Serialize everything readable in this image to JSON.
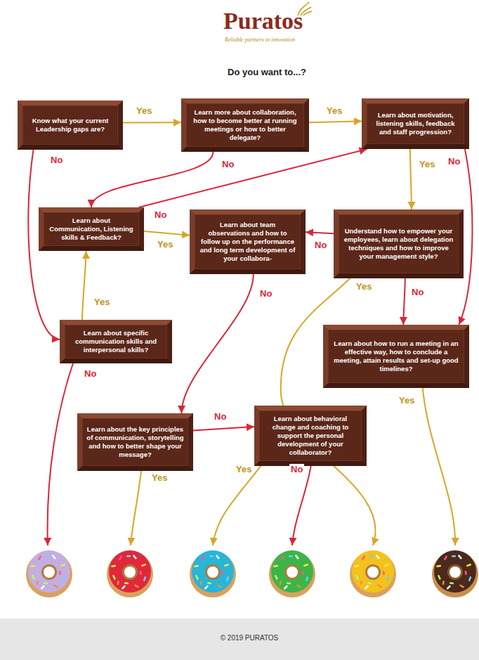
{
  "diagram": {
    "title": "Do you want to...?",
    "nodes": [
      {
        "text": [
          "Know what your current Leadership gaps are?"
        ]
      },
      {
        "text": [
          "Learn more about collaboration, how to become better at running meetings or how to better delegate?"
        ]
      },
      {
        "text": [
          "Learn about motivation, listening skills, feedback and staff progression?"
        ]
      },
      {
        "text": [
          "Learn about Communication, Listening skills & Feedback?"
        ]
      },
      {
        "text": [
          "Learn about team observations and how to follow up on the performance and long term development of your collabora-"
        ]
      },
      {
        "text": [
          "Understand how to empower your employees, learn about delegation techniques and how to improve your management style?"
        ]
      },
      {
        "text": [
          "Learn about specific communication skills and interpersonal skills?"
        ]
      },
      {
        "text": [
          "Learn about how to run a meeting in an effective way, how to conclude a meeting, attain results and set-up good timelines?"
        ]
      },
      {
        "text": [
          "Learn about the key principles of communication, storytelling and how to better shape your message?"
        ]
      },
      {
        "text": [
          "Learn about behavioral change and coaching to support the personal development of your collaborator?"
        ]
      }
    ],
    "edges": [
      {
        "from": 0,
        "to": 1,
        "arrow": "to",
        "label": "Yes"
      },
      {
        "from": 1,
        "to": 2,
        "arrow": "to",
        "label": "Yes"
      },
      {
        "from": 0,
        "to": 6,
        "arrow": "to",
        "label": "No"
      },
      {
        "from": 1,
        "to": 3,
        "arrow": "to",
        "label": "No"
      },
      {
        "from": 3,
        "to": 2,
        "arrow": "to",
        "label": "No"
      },
      {
        "from": 3,
        "to": 4,
        "arrow": "to",
        "label": "Yes"
      },
      {
        "from": 6,
        "to": 3,
        "arrow": "to",
        "label": "Yes"
      },
      {
        "from": 2,
        "to": 5,
        "arrow": "to",
        "label": "Yes"
      },
      {
        "from": 2,
        "to": 7,
        "arrow": "to",
        "label": "No"
      },
      {
        "from": 5,
        "to": 4,
        "arrow": "to",
        "label": "No"
      },
      {
        "from": 5,
        "to": 7,
        "arrow": "to",
        "label": "No"
      },
      {
        "from": 4,
        "to": 8,
        "arrow": "to",
        "label": "No"
      },
      {
        "from": 8,
        "to": 9,
        "arrow": "to",
        "label": "No"
      }
    ],
    "labels": [
      "Puratos",
      "Reliable partners in innovation",
      "No",
      "Yes",
      "Yes",
      "No",
      "Yes",
      "Yes",
      "© 2019 PURATOS"
    ]
  }
}
